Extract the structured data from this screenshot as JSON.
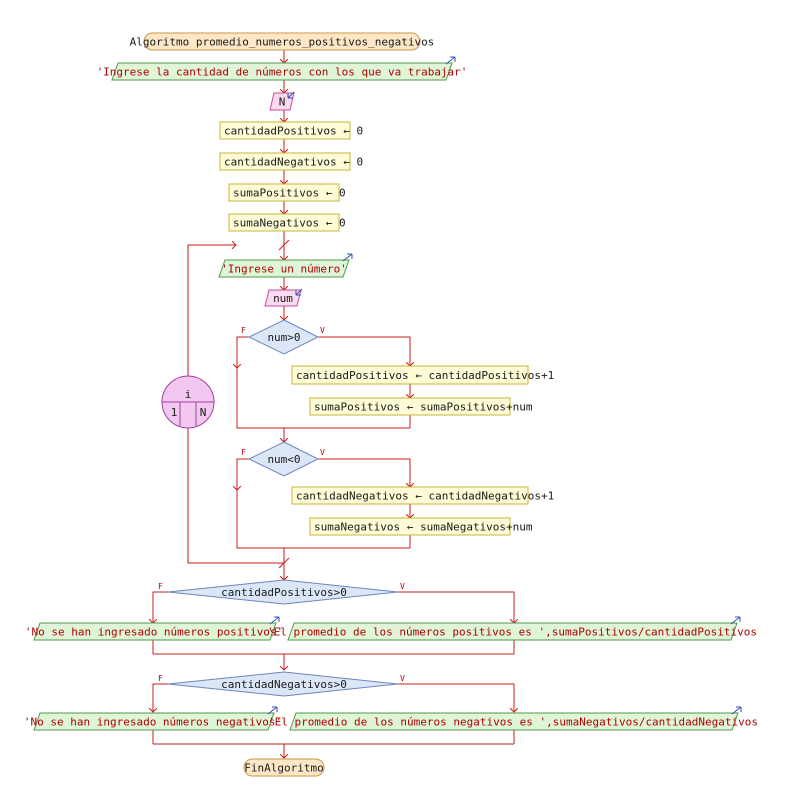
{
  "algorithm": {
    "start": "Algoritmo promedio_numeros_positivos_negativos",
    "prompt_count": "'Ingrese la cantidad de números con los que va trabajar'",
    "read_n": "N",
    "init": [
      "cantidadPositivos ← 0",
      "cantidadNegativos ← 0",
      "sumaPositivos ← 0",
      "sumaNegativos ← 0"
    ],
    "loop": {
      "var": "i",
      "from": "1",
      "to": "N",
      "prompt_number": "'Ingrese un número'",
      "read_num": "num",
      "cond_positive": "num>0",
      "positive_steps": [
        "cantidadPositivos ← cantidadPositivos+1",
        "sumaPositivos ← sumaPositivos+num"
      ],
      "cond_negative": "num<0",
      "negative_steps": [
        "cantidadNegativos ← cantidadNegativos+1",
        "sumaNegativos ← sumaNegativos+num"
      ]
    },
    "cond_count_positive": "cantidadPositivos>0",
    "out_no_positive": "'No se han ingresado números positivos'",
    "out_avg_positive": "'El promedio de los números positivos es ',sumaPositivos/cantidadPositivos",
    "cond_count_negative": "cantidadNegativos>0",
    "out_no_negative": "'No se han ingresado números negativos'",
    "out_avg_negative": "'El promedio de los números negativos es ',sumaNegativos/cantidadNegativos",
    "end": "FinAlgoritmo"
  },
  "branch_labels": {
    "false": "F",
    "true": "V"
  },
  "colors": {
    "flow_line": "#c81e1e",
    "io_fill": "#dff5d8",
    "input_fill": "#fbd9ee",
    "process_fill": "#fdfcd6",
    "decision_fill": "#dbe6f7",
    "terminal_fill": "#fde7c6",
    "loop_fill": "#f3c8f0"
  }
}
